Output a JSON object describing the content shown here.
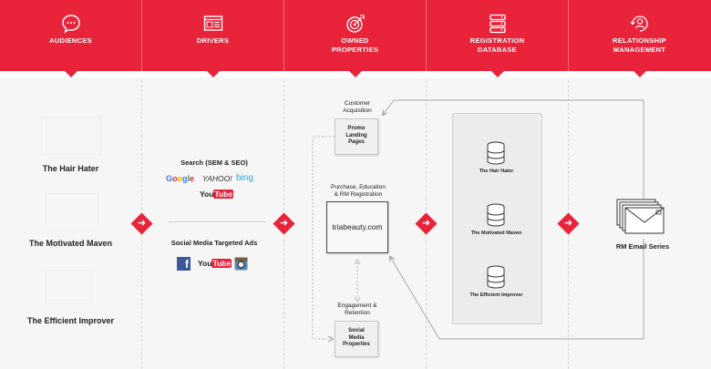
{
  "header": {
    "columns": [
      {
        "label_line1": "AUDIENCES",
        "label_line2": "",
        "icon": "chat-bubble-icon"
      },
      {
        "label_line1": "DRIVERS",
        "label_line2": "",
        "icon": "browser-window-icon"
      },
      {
        "label_line1": "OWNED",
        "label_line2": "PROPERTIES",
        "icon": "target-icon"
      },
      {
        "label_line1": "REGISTRATION",
        "label_line2": "DATABASE",
        "icon": "database-server-icon"
      },
      {
        "label_line1": "RELATIONSHIP",
        "label_line2": "MANAGEMENT",
        "icon": "person-cycle-icon"
      }
    ]
  },
  "audiences": [
    "The Hair Hater",
    "The Motivated Maven",
    "The Efficient Improver"
  ],
  "drivers": {
    "search_title": "Search (SEM & SEO)",
    "search_logos": [
      "Google",
      "YAHOO!",
      "bing"
    ],
    "youtube_label_a": "You",
    "youtube_label_b": "Tube",
    "social_title": "Social Media Targeted Ads",
    "facebook_glyph": "f"
  },
  "owned": {
    "acquisition_label": "Customer\nAcquisition",
    "promo_box": "Promo\nLanding\nPages",
    "purchase_label": "Purchase, Education\n& RM Registration",
    "main_site": "triabeauty.com",
    "engagement_label": "Engagement &\nRetention",
    "social_box": "Social\nMedia\nProperties"
  },
  "database": [
    "The Hair Hater",
    "The Motivated Maven",
    "The Efficient Improver"
  ],
  "relationship": {
    "email_label": "RM Email Series"
  },
  "colors": {
    "brand_red": "#e8233a",
    "background": "#f6f6f6"
  }
}
